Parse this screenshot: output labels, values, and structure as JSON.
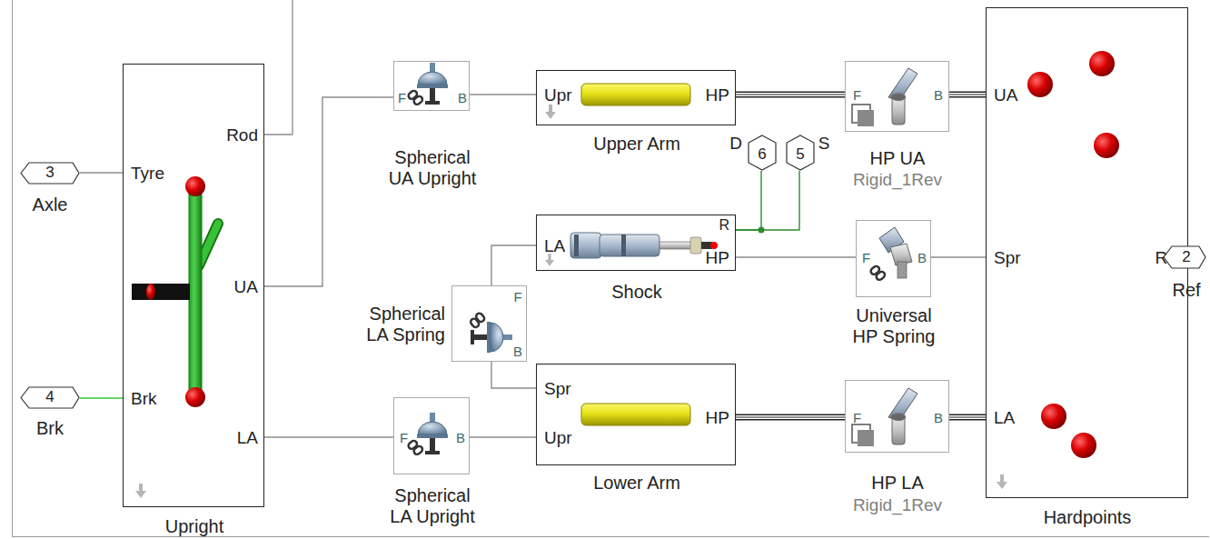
{
  "diagram": {
    "nodes": [
      {
        "text": [
          "Rod",
          "Tyre",
          "UA",
          "Brk",
          "LA",
          "Upright"
        ]
      },
      {
        "text": [
          "F",
          "B",
          "Spherical UA Upright"
        ]
      },
      {
        "text": [
          "Upr",
          "HP",
          "Upper Arm"
        ]
      },
      {
        "text": [
          "F",
          "B",
          "HP UA",
          "Rigid_1Rev"
        ]
      },
      {
        "text": [
          "UA",
          "Spr",
          "Ref",
          "LA",
          "Hardpoints"
        ]
      },
      {
        "text": [
          "LA",
          "R",
          "HP",
          "Shock"
        ]
      },
      {
        "text": [
          "F",
          "B",
          "Spherical LA Spring"
        ]
      },
      {
        "text": [
          "F",
          "B",
          "Universal HP Spring"
        ]
      },
      {
        "text": [
          "Spr",
          "Upr",
          "HP",
          "Lower Arm"
        ]
      },
      {
        "text": [
          "F",
          "B",
          "Spherical LA Upright"
        ]
      },
      {
        "text": [
          "F",
          "B",
          "HP LA",
          "Rigid_1Rev"
        ]
      },
      {
        "text": [
          "3",
          "Axle"
        ]
      },
      {
        "text": [
          "4",
          "Brk"
        ]
      },
      {
        "text": [
          "2",
          "Ref"
        ]
      },
      {
        "text": [
          "D",
          "6"
        ]
      },
      {
        "text": [
          "5",
          "S"
        ]
      }
    ],
    "edges": [
      {
        "from": 11,
        "to": 0,
        "arrow": "none"
      },
      {
        "from": 12,
        "to": 0,
        "arrow": "none"
      },
      {
        "from": 0,
        "to": 1,
        "arrow": "none"
      },
      {
        "from": 1,
        "to": 2,
        "arrow": "none"
      },
      {
        "from": 2,
        "to": 3,
        "arrow": "none"
      },
      {
        "from": 3,
        "to": 4,
        "arrow": "none"
      },
      {
        "from": 0,
        "to": 9,
        "arrow": "none"
      },
      {
        "from": 9,
        "to": 8,
        "arrow": "none"
      },
      {
        "from": 8,
        "to": 10,
        "arrow": "none"
      },
      {
        "from": 10,
        "to": 4,
        "arrow": "none"
      },
      {
        "from": 8,
        "to": 6,
        "arrow": "none"
      },
      {
        "from": 6,
        "to": 5,
        "arrow": "none"
      },
      {
        "from": 5,
        "to": 7,
        "arrow": "none"
      },
      {
        "from": 7,
        "to": 4,
        "arrow": "none"
      },
      {
        "from": 5,
        "to": 14,
        "arrow": "none"
      },
      {
        "from": 5,
        "to": 15,
        "arrow": "none"
      },
      {
        "from": 4,
        "to": 13,
        "arrow": "none"
      }
    ]
  }
}
